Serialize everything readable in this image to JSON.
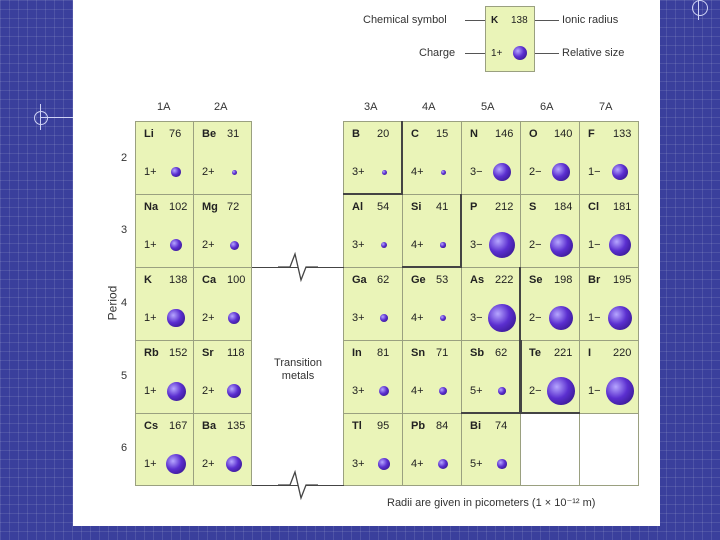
{
  "legend": {
    "symbol_label": "Chemical symbol",
    "radius_label": "Ionic radius",
    "charge_label": "Charge",
    "size_label": "Relative size",
    "example_symbol": "K",
    "example_radius": "138",
    "example_charge": "1+"
  },
  "groups": [
    "1A",
    "2A",
    "3A",
    "4A",
    "5A",
    "6A",
    "7A"
  ],
  "periods": [
    "2",
    "3",
    "4",
    "5",
    "6"
  ],
  "period_axis_label": "Period",
  "transition_label_line1": "Transition",
  "transition_label_line2": "metals",
  "footnote": "Radii are given in picometers (1 × 10⁻¹² m)",
  "elements": [
    {
      "id": "li",
      "symbol": "Li",
      "radius": "76",
      "charge": "1+",
      "r": 76
    },
    {
      "id": "be",
      "symbol": "Be",
      "radius": "31",
      "charge": "2+",
      "r": 31
    },
    {
      "id": "na",
      "symbol": "Na",
      "radius": "102",
      "charge": "1+",
      "r": 102
    },
    {
      "id": "mg",
      "symbol": "Mg",
      "radius": "72",
      "charge": "2+",
      "r": 72
    },
    {
      "id": "k",
      "symbol": "K",
      "radius": "138",
      "charge": "1+",
      "r": 138
    },
    {
      "id": "ca",
      "symbol": "Ca",
      "radius": "100",
      "charge": "2+",
      "r": 100
    },
    {
      "id": "rb",
      "symbol": "Rb",
      "radius": "152",
      "charge": "1+",
      "r": 152
    },
    {
      "id": "sr",
      "symbol": "Sr",
      "radius": "118",
      "charge": "2+",
      "r": 118
    },
    {
      "id": "cs",
      "symbol": "Cs",
      "radius": "167",
      "charge": "1+",
      "r": 167
    },
    {
      "id": "ba",
      "symbol": "Ba",
      "radius": "135",
      "charge": "2+",
      "r": 135
    },
    {
      "id": "b",
      "symbol": "B",
      "radius": "20",
      "charge": "3+",
      "r": 20
    },
    {
      "id": "c",
      "symbol": "C",
      "radius": "15",
      "charge": "4+",
      "r": 15
    },
    {
      "id": "n",
      "symbol": "N",
      "radius": "146",
      "charge": "3−",
      "r": 146
    },
    {
      "id": "o",
      "symbol": "O",
      "radius": "140",
      "charge": "2−",
      "r": 140
    },
    {
      "id": "f",
      "symbol": "F",
      "radius": "133",
      "charge": "1−",
      "r": 133
    },
    {
      "id": "al",
      "symbol": "Al",
      "radius": "54",
      "charge": "3+",
      "r": 54
    },
    {
      "id": "si",
      "symbol": "Si",
      "radius": "41",
      "charge": "4+",
      "r": 41
    },
    {
      "id": "p",
      "symbol": "P",
      "radius": "212",
      "charge": "3−",
      "r": 212
    },
    {
      "id": "s",
      "symbol": "S",
      "radius": "184",
      "charge": "2−",
      "r": 184
    },
    {
      "id": "cl",
      "symbol": "Cl",
      "radius": "181",
      "charge": "1−",
      "r": 181
    },
    {
      "id": "ga",
      "symbol": "Ga",
      "radius": "62",
      "charge": "3+",
      "r": 62
    },
    {
      "id": "ge",
      "symbol": "Ge",
      "radius": "53",
      "charge": "4+",
      "r": 53
    },
    {
      "id": "as",
      "symbol": "As",
      "radius": "222",
      "charge": "3−",
      "r": 222
    },
    {
      "id": "se",
      "symbol": "Se",
      "radius": "198",
      "charge": "2−",
      "r": 198
    },
    {
      "id": "br",
      "symbol": "Br",
      "radius": "195",
      "charge": "1−",
      "r": 195
    },
    {
      "id": "in",
      "symbol": "In",
      "radius": "81",
      "charge": "3+",
      "r": 81
    },
    {
      "id": "sn",
      "symbol": "Sn",
      "radius": "71",
      "charge": "4+",
      "r": 71
    },
    {
      "id": "sb",
      "symbol": "Sb",
      "radius": "62",
      "charge": "5+",
      "r": 62
    },
    {
      "id": "te",
      "symbol": "Te",
      "radius": "221",
      "charge": "2−",
      "r": 221
    },
    {
      "id": "i",
      "symbol": "I",
      "radius": "220",
      "charge": "1−",
      "r": 220
    },
    {
      "id": "tl",
      "symbol": "Tl",
      "radius": "95",
      "charge": "3+",
      "r": 95
    },
    {
      "id": "pb",
      "symbol": "Pb",
      "radius": "84",
      "charge": "4+",
      "r": 84
    },
    {
      "id": "bi",
      "symbol": "Bi",
      "radius": "74",
      "charge": "5+",
      "r": 74
    }
  ]
}
